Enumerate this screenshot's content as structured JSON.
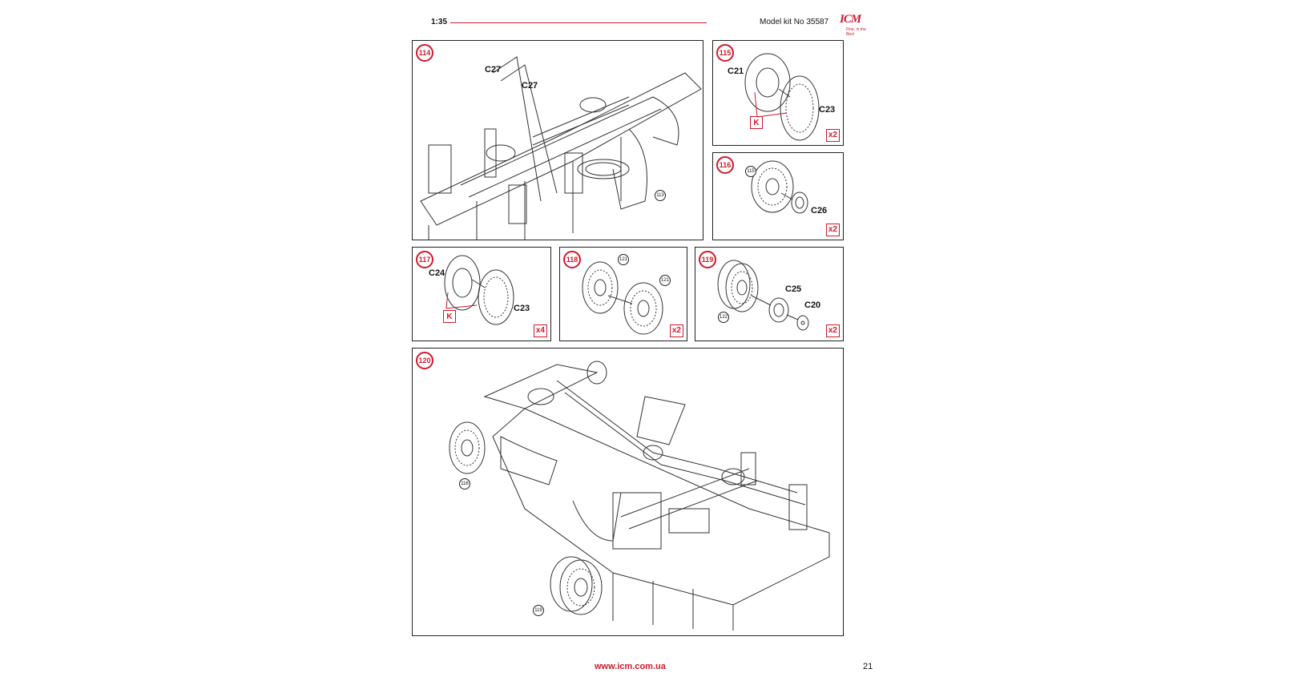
{
  "header": {
    "scale": "1:35",
    "kit": "Model kit No 35587",
    "logo": "ICM",
    "logo_tag": "Fine, in the Best"
  },
  "footer": {
    "url": "www.icm.com.ua",
    "page": "21"
  },
  "steps": {
    "s114": {
      "num": "114",
      "labels": [
        "C27",
        "C27"
      ],
      "ref": "113"
    },
    "s115": {
      "num": "115",
      "labels": [
        "C21",
        "C23"
      ],
      "k": "K",
      "mult": "x2"
    },
    "s116": {
      "num": "116",
      "labels": [
        "C26"
      ],
      "ref": "115",
      "mult": "x2"
    },
    "s117": {
      "num": "117",
      "labels": [
        "C24",
        "C23"
      ],
      "k": "K",
      "mult": "x4"
    },
    "s118": {
      "num": "118",
      "refs": [
        "121",
        "121"
      ],
      "mult": "x2"
    },
    "s119": {
      "num": "119",
      "labels": [
        "C25",
        "C20"
      ],
      "ref": "122",
      "mult": "x2"
    },
    "s120": {
      "num": "120",
      "refs": [
        "116",
        "119"
      ]
    }
  },
  "colors": {
    "accent": "#d0192a",
    "line": "#222222"
  }
}
